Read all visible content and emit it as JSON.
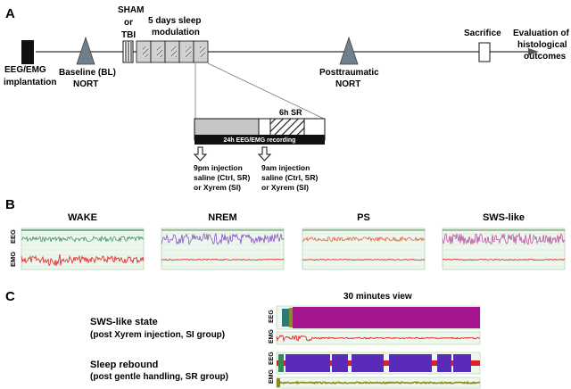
{
  "panels": {
    "a": "A",
    "b": "B",
    "c": "C"
  },
  "timeline": {
    "eeg_emg_implantation": [
      "EEG/EMG",
      "implantation"
    ],
    "baseline": [
      "Baseline (BL)",
      "NORT"
    ],
    "sham_tbi": [
      "SHAM",
      "or",
      "TBI"
    ],
    "sleep_mod": [
      "5 days sleep",
      "modulation"
    ],
    "posttraumatic": [
      "Posttraumatic",
      "NORT"
    ],
    "sacrifice": "Sacrifice",
    "evaluation": [
      "Evaluation of",
      "histological",
      "outcomes"
    ]
  },
  "detail": {
    "sr_label": "6h SR",
    "recording_label": "24h EEG/EMG recording",
    "injection_pm": [
      "9pm injection",
      "saline (Ctrl, SR)",
      "or Xyrem (SI)"
    ],
    "injection_am": [
      "9am injection",
      "saline (Ctrl, SR)",
      "or Xyrem (SI)"
    ]
  },
  "states": [
    {
      "title": "WAKE"
    },
    {
      "title": "NREM"
    },
    {
      "title": "PS"
    },
    {
      "title": "SWS-like"
    }
  ],
  "trace_labels": {
    "eeg": "EEG",
    "emg": "EMG"
  },
  "colors": {
    "wake_eeg": "#2e8b57",
    "nrem_eeg": "#7b3fc4",
    "ps_eeg": "#e05a2b",
    "sws_eeg": "#b8409a",
    "emg": "#e02020",
    "magenta": "#a3168f",
    "purple": "#5a2bb8",
    "olive": "#8c8c1a",
    "triangle": "#6f7f8c"
  },
  "panel_c": {
    "view_title": "30 minutes view",
    "rows": [
      {
        "title": "SWS-like state",
        "subtitle": "(post Xyrem injection, SI group)"
      },
      {
        "title": "Sleep rebound",
        "subtitle": "(post gentle handling, SR group)"
      }
    ]
  }
}
